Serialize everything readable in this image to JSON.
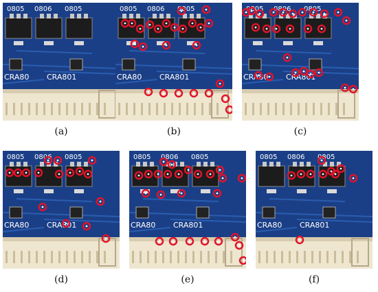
{
  "panels": [
    {
      "id": "a",
      "caption": "(a)",
      "markers": []
    },
    {
      "id": "b",
      "caption": "(b)",
      "markers": []
    },
    {
      "id": "c",
      "caption": "(c)",
      "markers": []
    },
    {
      "id": "d",
      "caption": "(d)",
      "markers": []
    },
    {
      "id": "e",
      "caption": "(e)",
      "markers": []
    },
    {
      "id": "f",
      "caption": "(f)",
      "markers": []
    }
  ],
  "labels": {
    "top_left": "0805",
    "top_mid": "0806",
    "top_right": "0805",
    "part_left": "CRA80",
    "part_right": "CRA801"
  },
  "colors": {
    "board": "#1b3f86",
    "marker": "#e0142a",
    "connector": "#efe6d0"
  }
}
